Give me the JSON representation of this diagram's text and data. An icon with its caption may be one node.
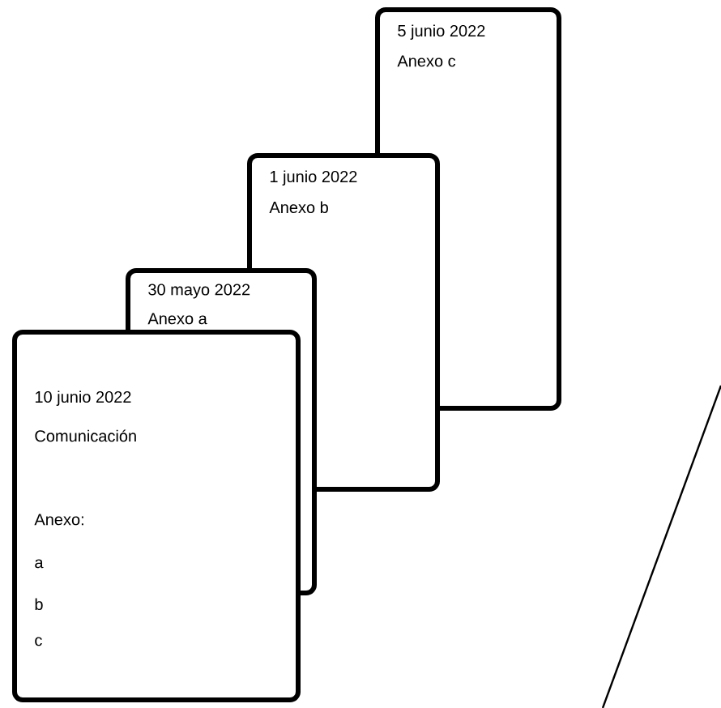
{
  "diagram": {
    "nodes": [
      {
        "text": [
          "5 junio 2022",
          "Anexo c"
        ]
      },
      {
        "text": [
          "1 junio 2022",
          "Anexo b"
        ]
      },
      {
        "text": [
          "30 mayo 2022",
          "Anexo a"
        ]
      },
      {
        "text": [
          "10 junio 2022",
          "Comunicación",
          "Anexo:",
          "a",
          "b",
          "c"
        ]
      }
    ]
  }
}
